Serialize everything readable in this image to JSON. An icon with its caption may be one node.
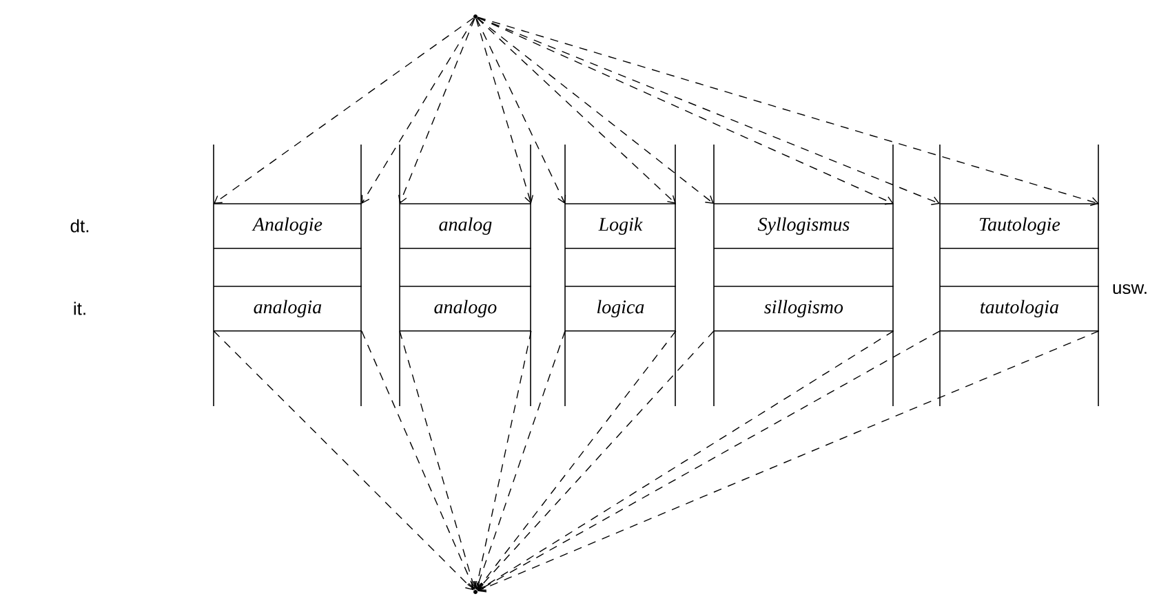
{
  "diagram": {
    "nodes": [
      {
        "text": [],
        "shape": "point"
      },
      {
        "text": [
          "Analogie"
        ]
      },
      {
        "text": [
          "analog"
        ]
      },
      {
        "text": [
          "Logik"
        ]
      },
      {
        "text": [
          "Syllogismus"
        ]
      },
      {
        "text": [
          "Tautologie"
        ]
      },
      {
        "text": [
          "analogia"
        ]
      },
      {
        "text": [
          "analogo"
        ]
      },
      {
        "text": [
          "logica"
        ]
      },
      {
        "text": [
          "sillogismo"
        ]
      },
      {
        "text": [
          "tautologia"
        ]
      },
      {
        "text": [],
        "shape": "point"
      }
    ],
    "edges": [
      {
        "from": 0,
        "to": 1,
        "arrow": "to",
        "style": "dashed"
      },
      {
        "from": 0,
        "to": 1,
        "arrow": "to",
        "style": "dashed"
      },
      {
        "from": 0,
        "to": 2,
        "arrow": "to",
        "style": "dashed"
      },
      {
        "from": 0,
        "to": 2,
        "arrow": "to",
        "style": "dashed"
      },
      {
        "from": 0,
        "to": 3,
        "arrow": "to",
        "style": "dashed"
      },
      {
        "from": 0,
        "to": 3,
        "arrow": "to",
        "style": "dashed"
      },
      {
        "from": 0,
        "to": 4,
        "arrow": "to",
        "style": "dashed"
      },
      {
        "from": 0,
        "to": 4,
        "arrow": "to",
        "style": "dashed"
      },
      {
        "from": 0,
        "to": 5,
        "arrow": "to",
        "style": "dashed"
      },
      {
        "from": 0,
        "to": 5,
        "arrow": "to",
        "style": "dashed"
      },
      {
        "from": 6,
        "to": 11,
        "arrow": "to",
        "style": "dashed"
      },
      {
        "from": 6,
        "to": 11,
        "arrow": "to",
        "style": "dashed"
      },
      {
        "from": 7,
        "to": 11,
        "arrow": "to",
        "style": "dashed"
      },
      {
        "from": 7,
        "to": 11,
        "arrow": "to",
        "style": "dashed"
      },
      {
        "from": 8,
        "to": 11,
        "arrow": "to",
        "style": "dashed"
      },
      {
        "from": 8,
        "to": 11,
        "arrow": "to",
        "style": "dashed"
      },
      {
        "from": 9,
        "to": 11,
        "arrow": "to",
        "style": "dashed"
      },
      {
        "from": 9,
        "to": 11,
        "arrow": "to",
        "style": "dashed"
      },
      {
        "from": 10,
        "to": 11,
        "arrow": "to",
        "style": "dashed"
      },
      {
        "from": 10,
        "to": 11,
        "arrow": "to",
        "style": "dashed"
      }
    ],
    "labels": [
      "dt.",
      "it.",
      "usw."
    ]
  }
}
